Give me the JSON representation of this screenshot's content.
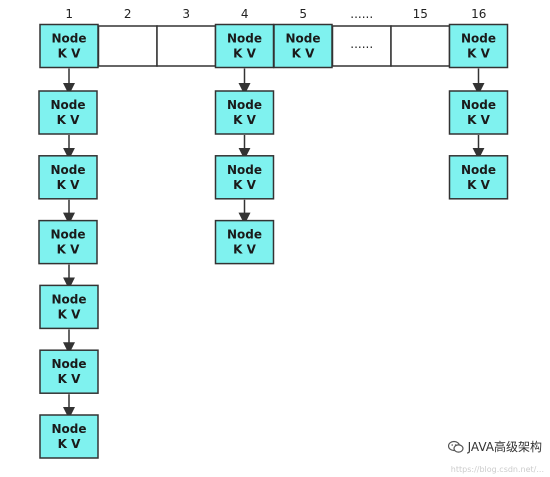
{
  "diagram": {
    "indices": [
      "1",
      "2",
      "3",
      "4",
      "5",
      "......",
      "15",
      "16"
    ],
    "table": [
      {
        "slot": 0,
        "has_node": true
      },
      {
        "slot": 1,
        "has_node": false
      },
      {
        "slot": 2,
        "has_node": false
      },
      {
        "slot": 3,
        "has_node": true
      },
      {
        "slot": 4,
        "has_node": true
      },
      {
        "slot": 5,
        "has_node": false,
        "ellipsis": "......"
      },
      {
        "slot": 6,
        "has_node": false
      },
      {
        "slot": 7,
        "has_node": true
      }
    ],
    "node_title": "Node",
    "node_kv": "K   V",
    "chains": [
      {
        "slot": 0,
        "extra_nodes": 6
      },
      {
        "slot": 3,
        "extra_nodes": 3
      },
      {
        "slot": 4,
        "extra_nodes": 0
      },
      {
        "slot": 7,
        "extra_nodes": 2
      }
    ],
    "colors": {
      "node_fill": "#7ff2ef",
      "border": "#333333",
      "arrow": "#333333",
      "empty_cell": "#ffffff"
    }
  },
  "watermark": {
    "text": "JAVA高级架构",
    "icon": "wechat-icon",
    "url": "https://blog.csdn.net/..."
  }
}
